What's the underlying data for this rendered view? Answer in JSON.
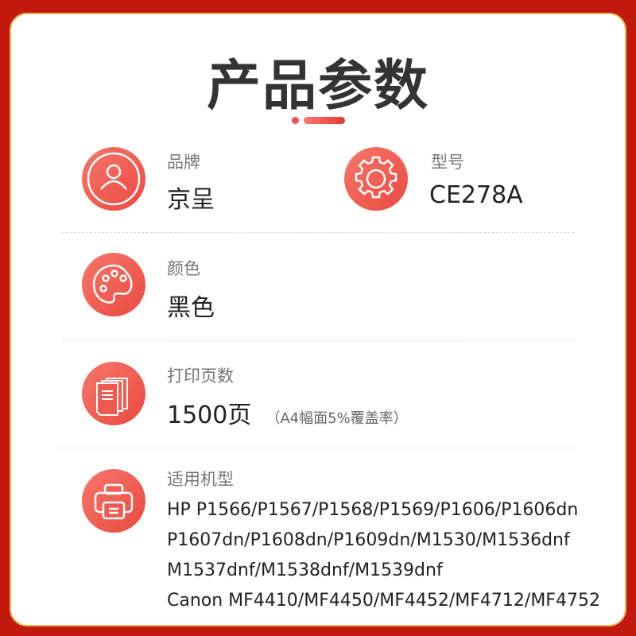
{
  "title": "产品参数",
  "brand": {
    "label": "品牌",
    "value": "京呈",
    "icon": "user-icon"
  },
  "model": {
    "label": "型号",
    "value": "CE278A",
    "icon": "gear-icon"
  },
  "color": {
    "label": "颜色",
    "value": "黑色",
    "icon": "palette-icon"
  },
  "pages": {
    "label": "打印页数",
    "value": "1500页",
    "note": "（A4幅面5%覆盖率）",
    "icon": "documents-icon"
  },
  "compat": {
    "label": "适用机型",
    "icon": "printer-icon",
    "lines": [
      "HP P1566/P1567/P1568/P1569/P1606/P1606dn",
      "P1607dn/P1608dn/P1609dn/M1530/M1536dnf",
      "M1537dnf/M1538dnf/M1539dnf",
      "Canon MF4410/MF4450/MF4452/MF4712/MF4752"
    ]
  },
  "colors": {
    "background": "#c2190f",
    "accent": "#ea4a40"
  }
}
